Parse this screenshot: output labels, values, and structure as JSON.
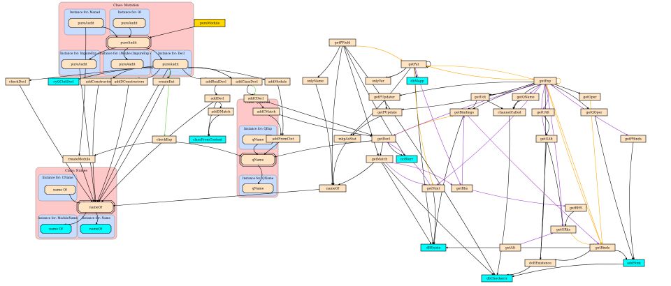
{
  "clusters": [
    {
      "id": "c-mutation",
      "label": "Class: Mutation",
      "fill": "#ffc8c8",
      "subs": [
        {
          "id": "s-m1",
          "label": "Instance for: Monad"
        },
        {
          "id": "s-m2",
          "label": "Instance for: IO"
        },
        {
          "id": "s-m3",
          "label": "Instance for: ImpureExp e"
        },
        {
          "id": "s-m4",
          "label": "Instance for: (Maybe (ImpureExp e))"
        },
        {
          "id": "s-m5",
          "label": "Instance for: Decl"
        }
      ]
    },
    {
      "id": "c-qnamed",
      "label": "Class: QNamed",
      "fill": "#ffc8c8",
      "subs": [
        {
          "id": "s-q1",
          "label": "Instance for: QExp"
        },
        {
          "id": "s-q2",
          "label": "Instance for: QName"
        }
      ]
    },
    {
      "id": "c-names",
      "label": "Class: Names",
      "fill": "#ffc8c8",
      "subs": [
        {
          "id": "s-n1",
          "label": "Instance for: CName"
        },
        {
          "id": "s-n2",
          "label": "Instance for: ModuleName"
        },
        {
          "id": "s-n3",
          "label": "Instance for: Name"
        }
      ]
    }
  ],
  "nodes": [
    {
      "id": "mut1",
      "label": "pureAudit"
    },
    {
      "id": "mut2",
      "label": "pureAudit"
    },
    {
      "id": "mutC",
      "label": "pureAudit"
    },
    {
      "id": "mut3",
      "label": "pureAudit"
    },
    {
      "id": "mut4",
      "label": "pureAudit"
    },
    {
      "id": "mut5",
      "label": "pureAudit"
    },
    {
      "id": "pureModule",
      "label": "pureModule"
    },
    {
      "id": "q1",
      "label": "qName"
    },
    {
      "id": "qC",
      "label": "qName"
    },
    {
      "id": "q2",
      "label": "qName"
    },
    {
      "id": "n1",
      "label": "name Of"
    },
    {
      "id": "nC",
      "label": "nameOf"
    },
    {
      "id": "n2",
      "label": "name Of"
    },
    {
      "id": "n3",
      "label": "nameOf"
    },
    {
      "id": "checkDecl",
      "label": "checkDecl"
    },
    {
      "id": "cyQCtxtDecl",
      "label": "cyQCtxtDecl"
    },
    {
      "id": "addConstructor",
      "label": "addConstructor"
    },
    {
      "id": "addDConstructors",
      "label": "addDConstructors"
    },
    {
      "id": "createExt",
      "label": "createExt"
    },
    {
      "id": "addRealDecl",
      "label": "addRealDecl"
    },
    {
      "id": "addClassDecl",
      "label": "addClassDecl"
    },
    {
      "id": "addModule",
      "label": "addModule"
    },
    {
      "id": "addDecl",
      "label": "addDecl"
    },
    {
      "id": "addCDecl",
      "label": "addCDecl"
    },
    {
      "id": "addDMatch",
      "label": "addDMatch"
    },
    {
      "id": "addCMatch",
      "label": "addCMatch"
    },
    {
      "id": "classFromContext",
      "label": "classFromContext"
    },
    {
      "id": "addFromCtxt",
      "label": "addFromCtxt"
    },
    {
      "id": "checkExp",
      "label": "checkExp"
    },
    {
      "id": "createModule",
      "label": "createModule"
    },
    {
      "id": "nameOf2",
      "label": "nameOf"
    },
    {
      "id": "getPField",
      "label": "getPField"
    },
    {
      "id": "onlyName",
      "label": "onlyName"
    },
    {
      "id": "onlyVar",
      "label": "onlyVar"
    },
    {
      "id": "getPat",
      "label": "getPat"
    },
    {
      "id": "dbMap",
      "label": "dbMapp"
    },
    {
      "id": "getPUpdater",
      "label": "getPUpdater"
    },
    {
      "id": "getPUpdate",
      "label": "getPUpdate"
    },
    {
      "id": "mkpAsStat",
      "label": "mkpAsStat"
    },
    {
      "id": "getDecl",
      "label": "getDecl"
    },
    {
      "id": "noBlurr",
      "label": "noBlurr"
    },
    {
      "id": "getMatch",
      "label": "getMatch"
    },
    {
      "id": "getExp",
      "label": "getExp"
    },
    {
      "id": "getUdt",
      "label": "getUdt"
    },
    {
      "id": "getQName",
      "label": "getQName"
    },
    {
      "id": "getBindings",
      "label": "getBindings"
    },
    {
      "id": "channelCalled",
      "label": "channelCalled"
    },
    {
      "id": "getUAlt",
      "label": "getUAlt"
    },
    {
      "id": "getQOper",
      "label": "getQOper"
    },
    {
      "id": "getStmt",
      "label": "getStmt"
    },
    {
      "id": "getOper",
      "label": "getOper"
    },
    {
      "id": "getPBinds",
      "label": "getPBinds"
    },
    {
      "id": "getGAlt",
      "label": "getGAlt"
    },
    {
      "id": "getRhs",
      "label": "getRhs"
    },
    {
      "id": "getRHS",
      "label": "getRHS"
    },
    {
      "id": "getGRhs",
      "label": "getGRhs"
    },
    {
      "id": "getBinds",
      "label": "getBinds"
    },
    {
      "id": "getAlt",
      "label": "getAlt"
    },
    {
      "id": "dBExists",
      "label": "dBExists"
    },
    {
      "id": "doBExistence",
      "label": "doBExistence"
    },
    {
      "id": "addStmt",
      "label": "addStmt"
    },
    {
      "id": "dbCheckerrr",
      "label": "dbCheckerrr"
    }
  ]
}
